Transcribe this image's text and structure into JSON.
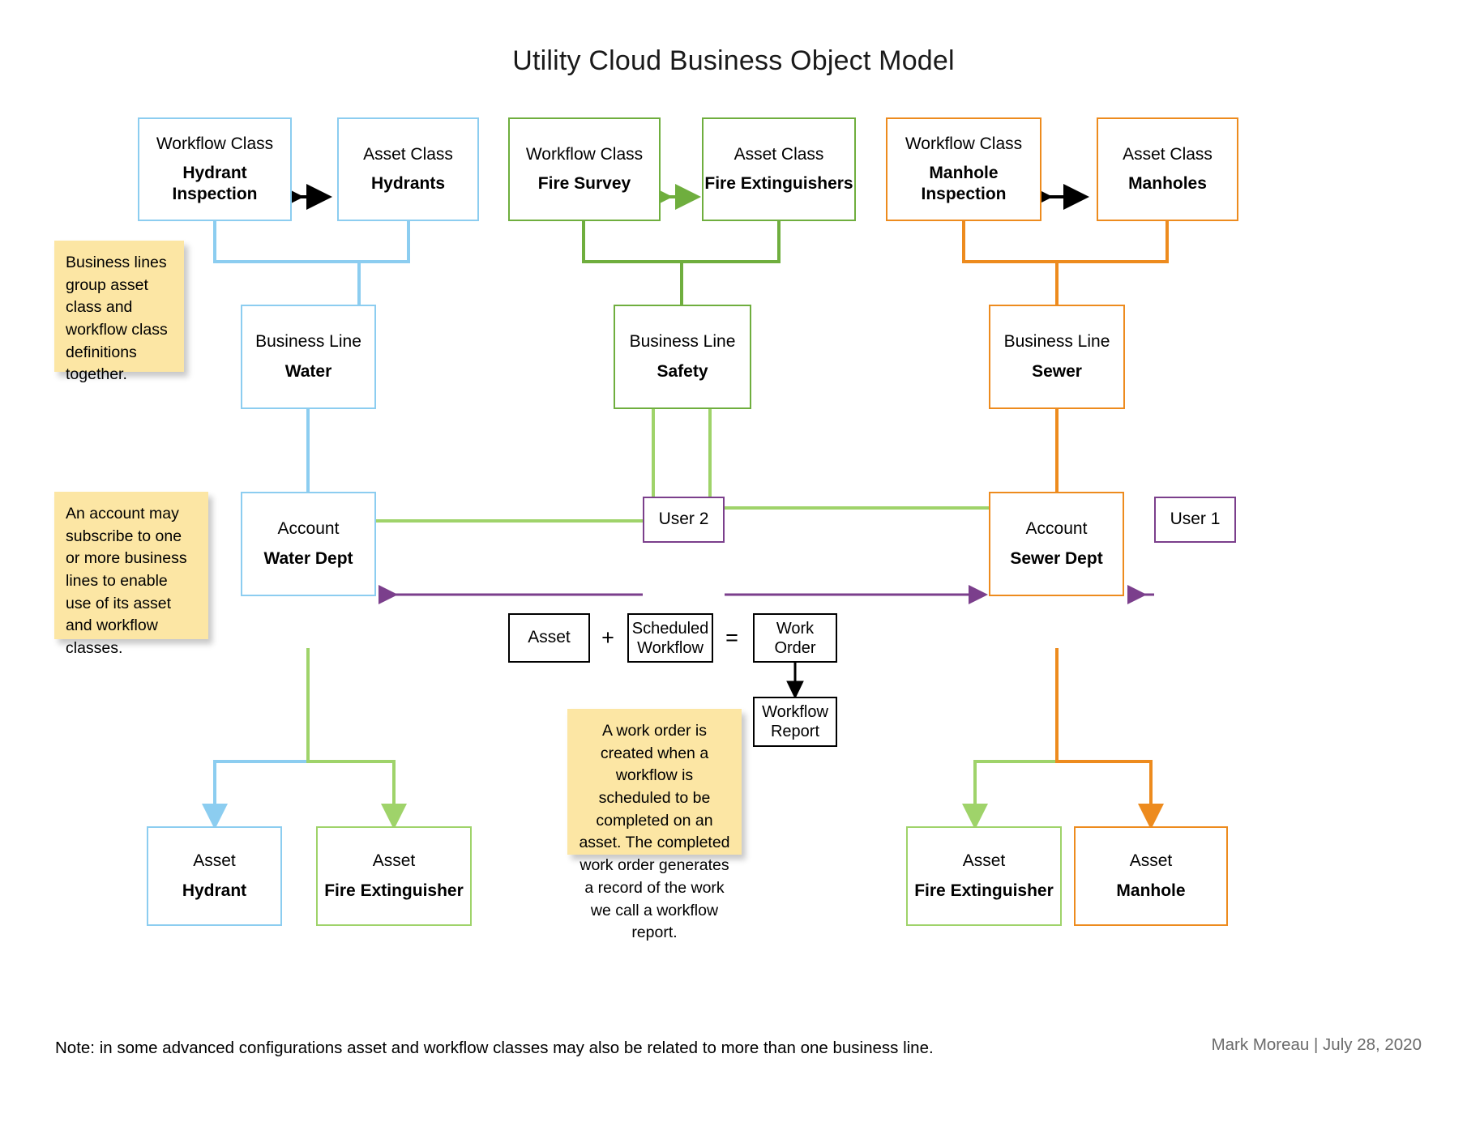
{
  "title": "Utility Cloud Business Object Model",
  "colors": {
    "blue": "#8CCDF0",
    "green": "#6FAE3E",
    "light_green": "#9FD36A",
    "orange": "#ED8B1E",
    "purple": "#7B3F8C",
    "black": "#000000",
    "sticky": "#FCE6A4",
    "credit_gray": "#6B6B6B"
  },
  "nodes": {
    "hydrant_inspection": {
      "kind": "Workflow Class",
      "name": "Hydrant Inspection",
      "color": "blue"
    },
    "hydrants": {
      "kind": "Asset Class",
      "name": "Hydrants",
      "color": "blue"
    },
    "fire_survey": {
      "kind": "Workflow Class",
      "name": "Fire Survey",
      "color": "green"
    },
    "fire_extinguishers": {
      "kind": "Asset Class",
      "name": "Fire Extinguishers",
      "color": "green"
    },
    "manhole_inspection": {
      "kind": "Workflow Class",
      "name": "Manhole Inspection",
      "color": "orange"
    },
    "manholes": {
      "kind": "Asset Class",
      "name": "Manholes",
      "color": "orange"
    },
    "bl_water": {
      "kind": "Business Line",
      "name": "Water",
      "color": "blue"
    },
    "bl_safety": {
      "kind": "Business Line",
      "name": "Safety",
      "color": "green"
    },
    "bl_sewer": {
      "kind": "Business Line",
      "name": "Sewer",
      "color": "orange"
    },
    "acct_water": {
      "kind": "Account",
      "name": "Water Dept",
      "color": "blue"
    },
    "acct_sewer": {
      "kind": "Account",
      "name": "Sewer Dept",
      "color": "orange"
    },
    "asset_hydrant": {
      "kind": "Asset",
      "name": "Hydrant",
      "color": "blue"
    },
    "asset_fire_ext_left": {
      "kind": "Asset",
      "name": "Fire Extinguisher",
      "color": "light_green"
    },
    "asset_fire_ext_right": {
      "kind": "Asset",
      "name": "Fire Extinguisher",
      "color": "light_green"
    },
    "asset_manhole": {
      "kind": "Asset",
      "name": "Manhole",
      "color": "orange"
    }
  },
  "users": {
    "user1": "User 1",
    "user2": "User 2"
  },
  "equation": {
    "asset": "Asset",
    "plus": "+",
    "scheduled_workflow": "Scheduled Workflow",
    "equals": "=",
    "work_order": "Work Order",
    "workflow_report": "Workflow Report"
  },
  "notes": {
    "business_lines": "Business lines group asset class and workflow class definitions together.",
    "account": "An account may subscribe to one or more business lines to enable use of its asset and workflow classes.",
    "work_order": "A work order is created when a workflow is scheduled to be completed on an asset. The completed work order generates a record of the work we call a workflow report."
  },
  "footer": {
    "note": "Note: in some advanced configurations asset and workflow classes may also be related to more than one business line.",
    "credit": "Mark Moreau | July 28, 2020"
  }
}
